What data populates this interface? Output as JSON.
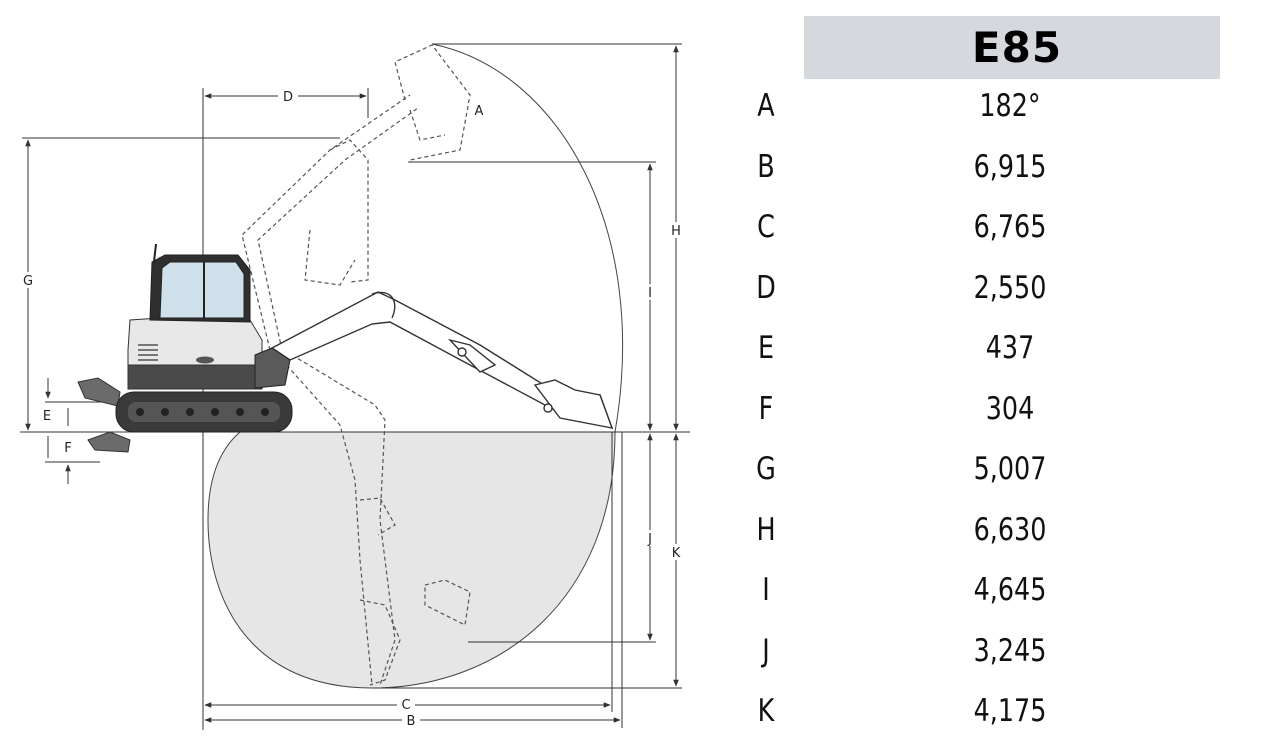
{
  "model": "E85",
  "diagram": {
    "labels": {
      "a": "A",
      "b": "B",
      "c": "C",
      "d": "D",
      "e": "E",
      "f": "F",
      "g": "G",
      "h": "H",
      "i": "I",
      "j": "J",
      "k": "K"
    }
  },
  "specs": [
    {
      "letter": "A",
      "value": "182°"
    },
    {
      "letter": "B",
      "value": "6,915"
    },
    {
      "letter": "C",
      "value": "6,765"
    },
    {
      "letter": "D",
      "value": "2,550"
    },
    {
      "letter": "E",
      "value": "437"
    },
    {
      "letter": "F",
      "value": "304"
    },
    {
      "letter": "G",
      "value": "5,007"
    },
    {
      "letter": "H",
      "value": "6,630"
    },
    {
      "letter": "I",
      "value": "4,645"
    },
    {
      "letter": "J",
      "value": "3,245"
    },
    {
      "letter": "K",
      "value": "4,175"
    }
  ]
}
